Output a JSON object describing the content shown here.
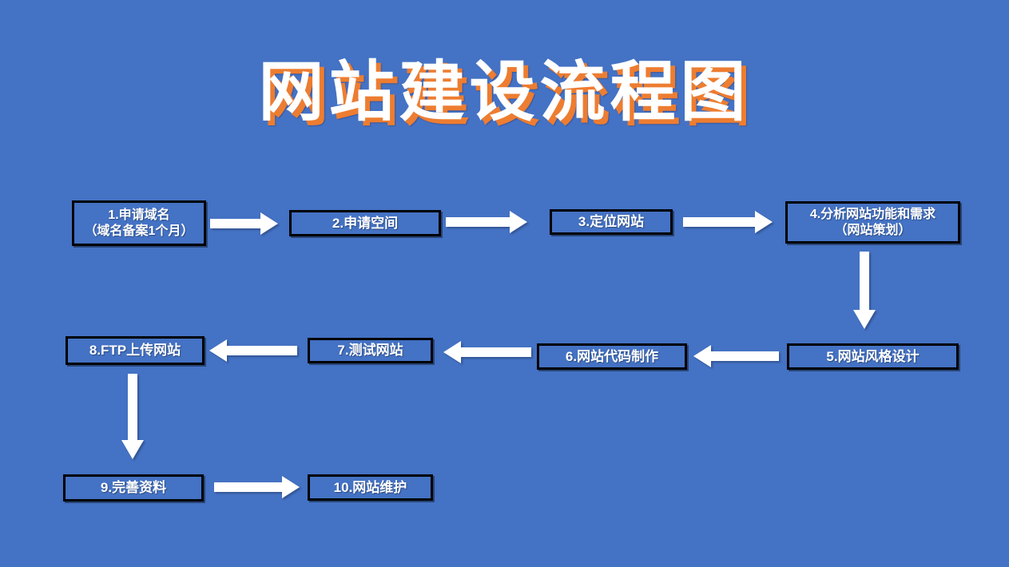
{
  "title": "网站建设流程图",
  "colors": {
    "background": "#4472C4",
    "box_fill": "#4472C4",
    "box_border": "#000000",
    "box_text": "#FFFFFF",
    "arrow": "#FFFFFF",
    "title_text": "#FFFFFF",
    "title_shadow_accent": "#ED7D31"
  },
  "steps": [
    {
      "id": 1,
      "line1": "1.申请域名",
      "line2": "（域名备案1个月）"
    },
    {
      "id": 2,
      "line1": "2.申请空间"
    },
    {
      "id": 3,
      "line1": "3.定位网站"
    },
    {
      "id": 4,
      "line1": "4.分析网站功能和需求",
      "line2": "（网站策划）"
    },
    {
      "id": 5,
      "line1": "5.网站风格设计"
    },
    {
      "id": 6,
      "line1": "6.网站代码制作"
    },
    {
      "id": 7,
      "line1": "7.测试网站"
    },
    {
      "id": 8,
      "line1": "8.FTP上传网站"
    },
    {
      "id": 9,
      "line1": "9.完善资料"
    },
    {
      "id": 10,
      "line1": "10.网站维护"
    }
  ],
  "connections": [
    {
      "from": 1,
      "to": 2,
      "direction": "right"
    },
    {
      "from": 2,
      "to": 3,
      "direction": "right"
    },
    {
      "from": 3,
      "to": 4,
      "direction": "right"
    },
    {
      "from": 4,
      "to": 5,
      "direction": "down"
    },
    {
      "from": 5,
      "to": 6,
      "direction": "left"
    },
    {
      "from": 6,
      "to": 7,
      "direction": "left"
    },
    {
      "from": 7,
      "to": 8,
      "direction": "left"
    },
    {
      "from": 8,
      "to": 9,
      "direction": "down"
    },
    {
      "from": 9,
      "to": 10,
      "direction": "right"
    }
  ]
}
